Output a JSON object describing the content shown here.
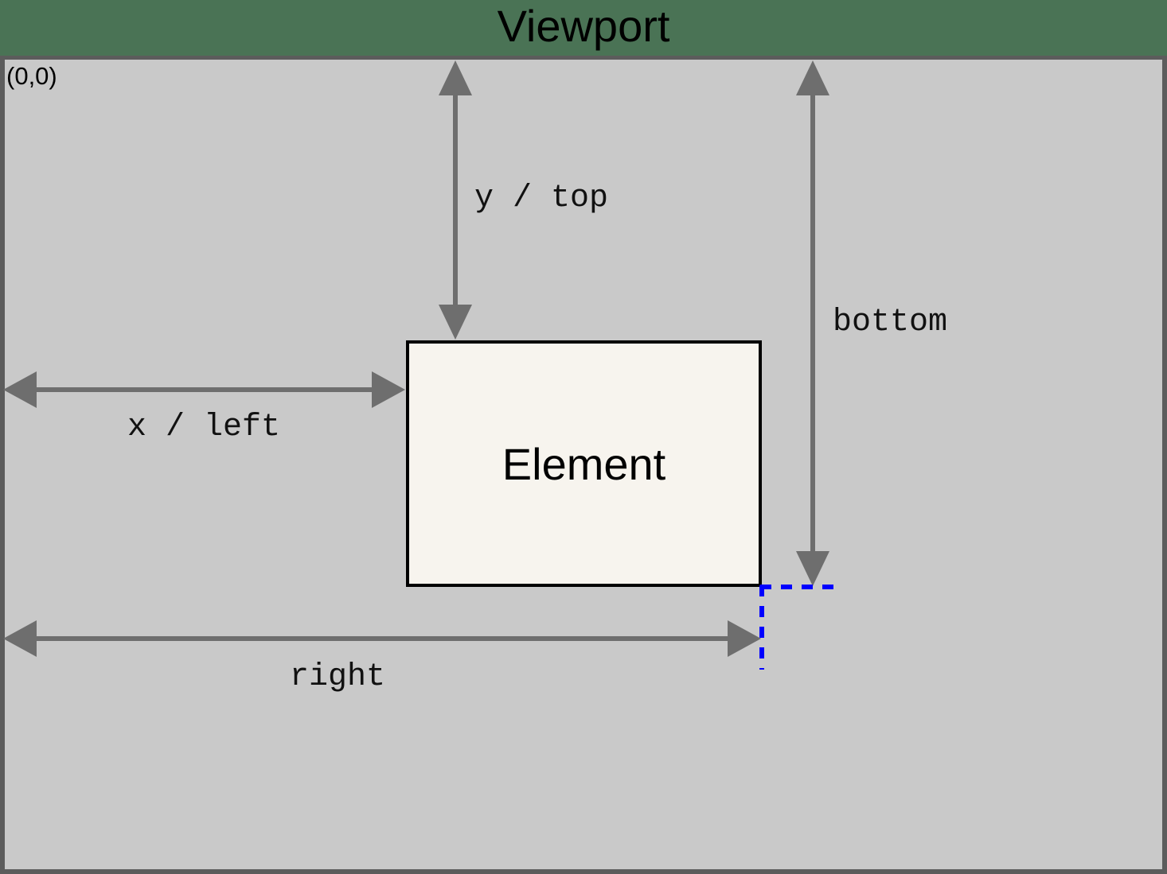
{
  "diagram": {
    "title": "Viewport",
    "origin_label": "(0,0)",
    "element_label": "Element",
    "measurements": [
      {
        "key": "y_top",
        "label": "y / top",
        "orientation": "vertical",
        "arrow": "double"
      },
      {
        "key": "x_left",
        "label": "x / left",
        "orientation": "horizontal",
        "arrow": "double"
      },
      {
        "key": "bottom",
        "label": "bottom",
        "orientation": "vertical",
        "arrow": "double"
      },
      {
        "key": "right",
        "label": "right",
        "orientation": "horizontal",
        "arrow": "double"
      }
    ],
    "colors": {
      "header_background": "#4a7355",
      "viewport_background": "#c9c9c9",
      "viewport_border": "#5c5c5c",
      "element_fill": "#f7f4ee",
      "element_border": "#000000",
      "arrow": "#6e6e6e",
      "guide_dashed": "#0000ff",
      "text": "#000000"
    }
  }
}
